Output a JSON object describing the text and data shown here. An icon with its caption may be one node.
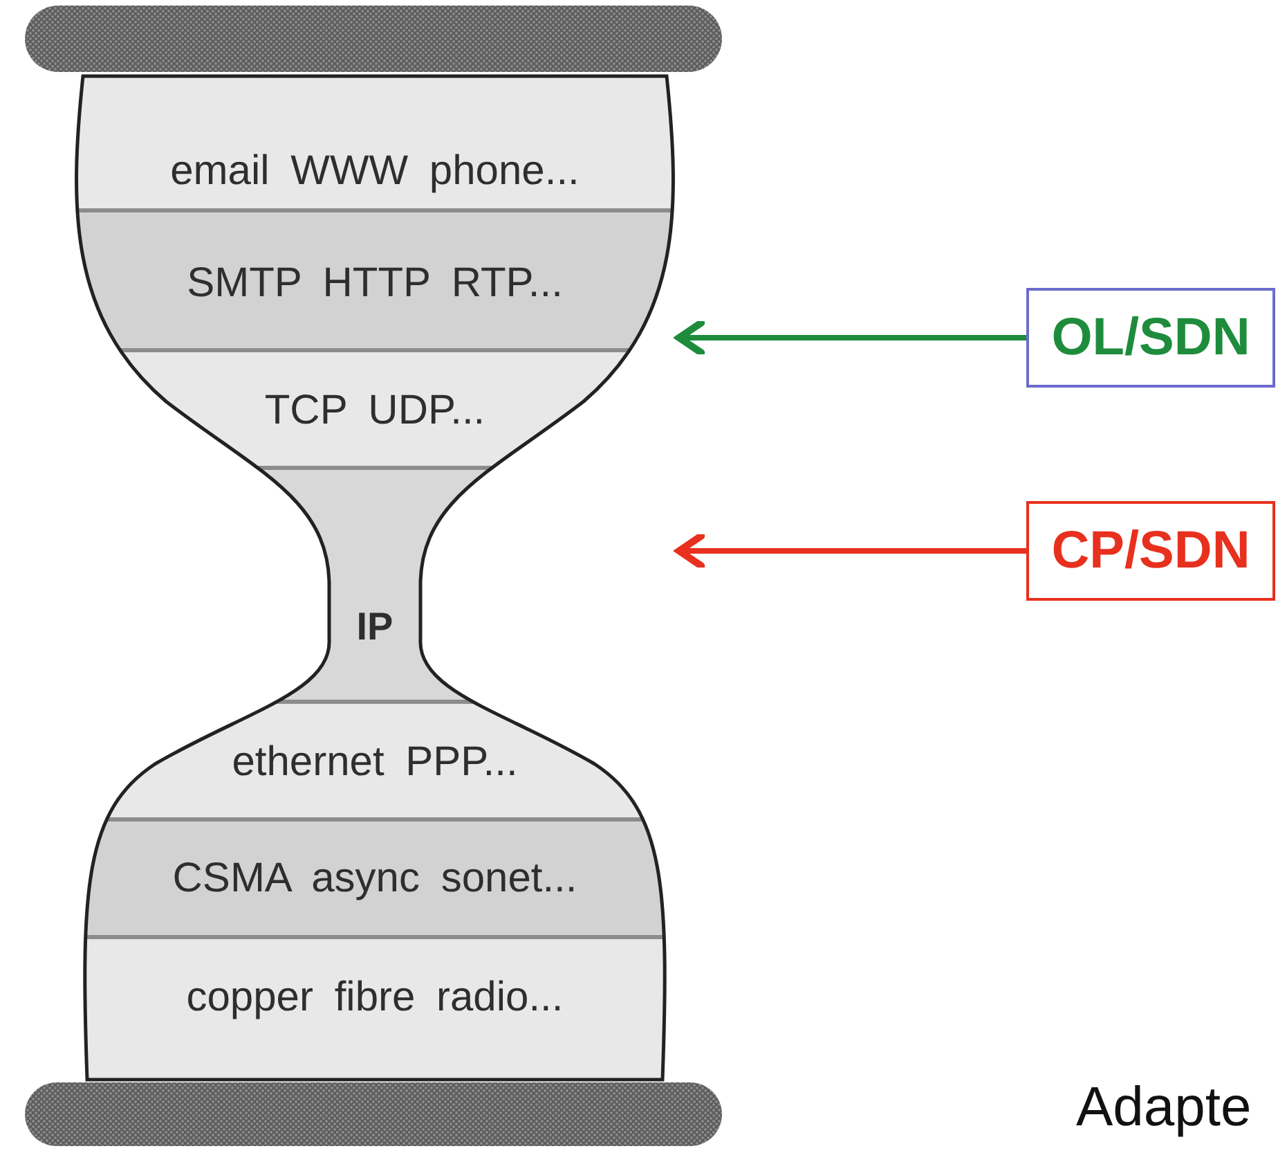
{
  "diagram": {
    "nodes": [
      {
        "text": [
          "email WWW phone..."
        ]
      },
      {
        "text": [
          "SMTP HTTP RTP..."
        ]
      },
      {
        "text": [
          "TCP UDP..."
        ]
      },
      {
        "text": [
          "IP"
        ]
      },
      {
        "text": [
          "ethernet PPP..."
        ]
      },
      {
        "text": [
          "CSMA async sonet..."
        ]
      },
      {
        "text": [
          "copper fibre radio..."
        ]
      },
      {
        "text": [
          "OL/SDN"
        ]
      },
      {
        "text": [
          "CP/SDN"
        ]
      }
    ],
    "edges": [
      {
        "from": 7,
        "to": null,
        "arrow": "to",
        "color": "#1e8c3c"
      },
      {
        "from": 8,
        "to": null,
        "arrow": "to",
        "color": "#e8301e"
      }
    ],
    "labels": [
      "Adapte"
    ]
  }
}
